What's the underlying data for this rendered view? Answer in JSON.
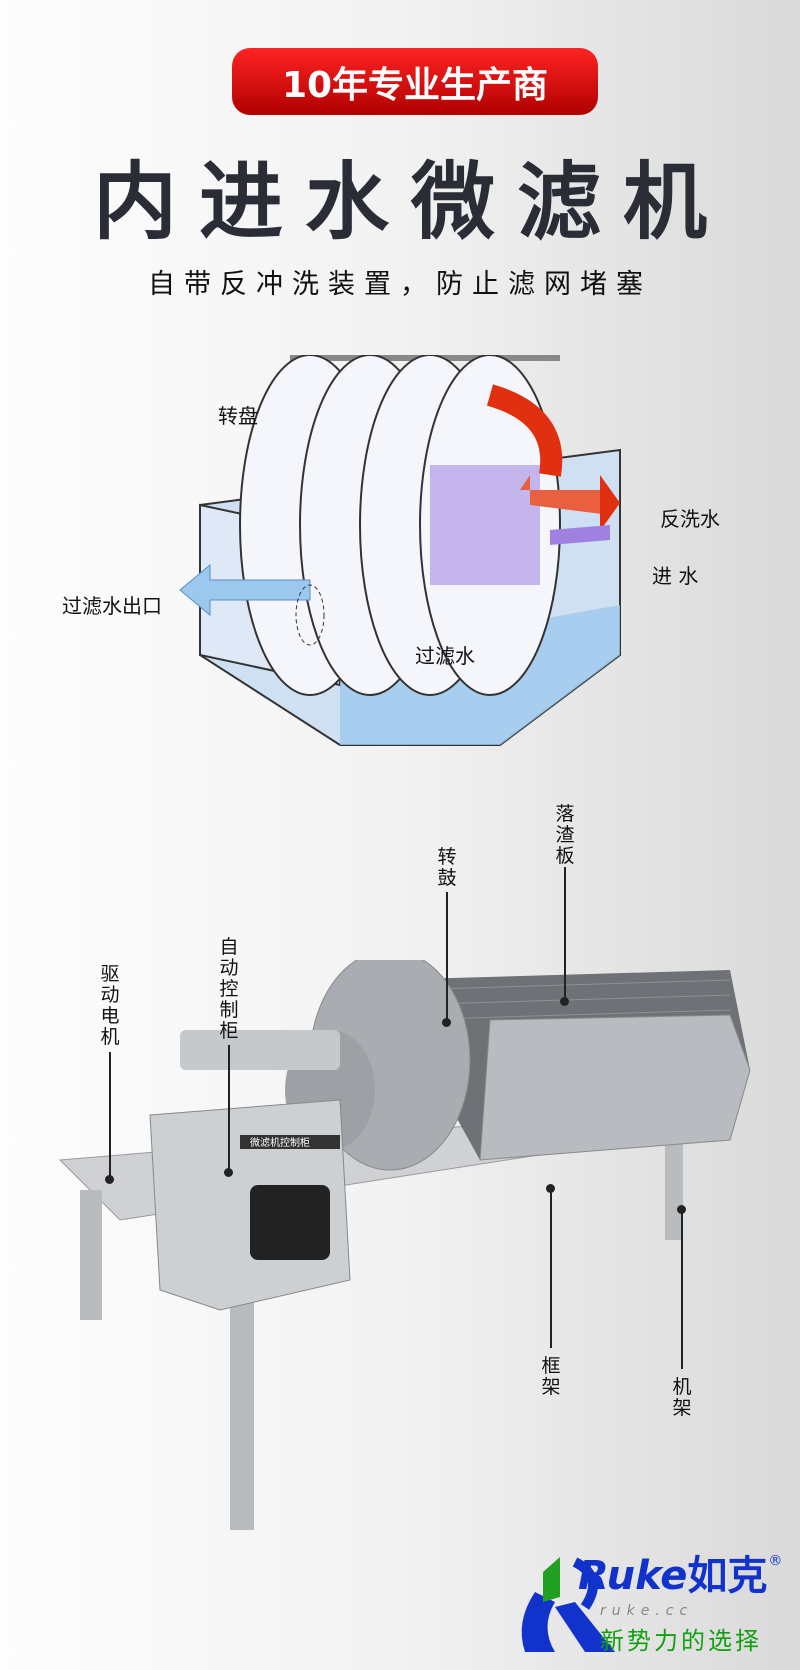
{
  "header": {
    "badge": "10年专业生产商",
    "title": "内进水微滤机",
    "subtitle": "自带反冲洗装置，防止滤网堵塞"
  },
  "diagram": {
    "labels": {
      "disc": "转盘",
      "backwash": "反洗水",
      "inlet": "进 水",
      "outlet": "过滤水出口",
      "filtered": "过滤水"
    }
  },
  "machine": {
    "labels": {
      "motor": "驱动电机",
      "cabinet": "自动控制柜",
      "drum": "转鼓",
      "slag_plate": "落渣板",
      "frame": "框架",
      "stand": "机架"
    },
    "cabinet_plate": "微滤机控制柜"
  },
  "logo": {
    "brand": "Ruke",
    "brand_cn": "如克",
    "domain": "ruke.cc",
    "slogan": "新势力的选择",
    "reg": "®"
  },
  "colors": {
    "badge": "#e01010",
    "title": "#2a2d36",
    "logo_blue": "#1133cc",
    "logo_green": "#11a011"
  }
}
